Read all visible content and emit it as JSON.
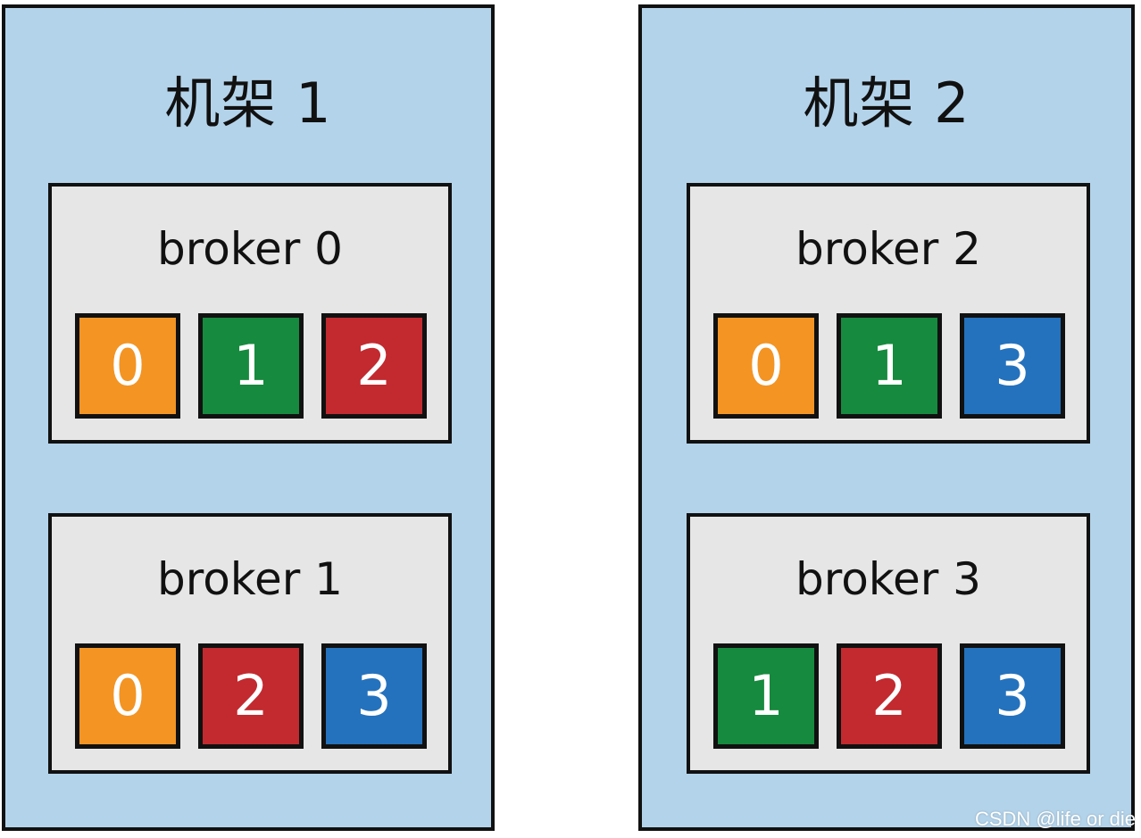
{
  "colors": {
    "rack_bg": "#b3d3ea",
    "broker_bg": "#e6e6e6",
    "partition_0": "#f39423",
    "partition_1": "#168a3e",
    "partition_2": "#c22a2f",
    "partition_3": "#2472bd"
  },
  "racks": [
    {
      "title": "机架 1",
      "brokers": [
        {
          "title": "broker 0",
          "partitions": [
            "0",
            "1",
            "2"
          ]
        },
        {
          "title": "broker 1",
          "partitions": [
            "0",
            "2",
            "3"
          ]
        }
      ]
    },
    {
      "title": "机架 2",
      "brokers": [
        {
          "title": "broker 2",
          "partitions": [
            "0",
            "1",
            "3"
          ]
        },
        {
          "title": "broker 3",
          "partitions": [
            "1",
            "2",
            "3"
          ]
        }
      ]
    }
  ],
  "watermark": "CSDN @life or die"
}
